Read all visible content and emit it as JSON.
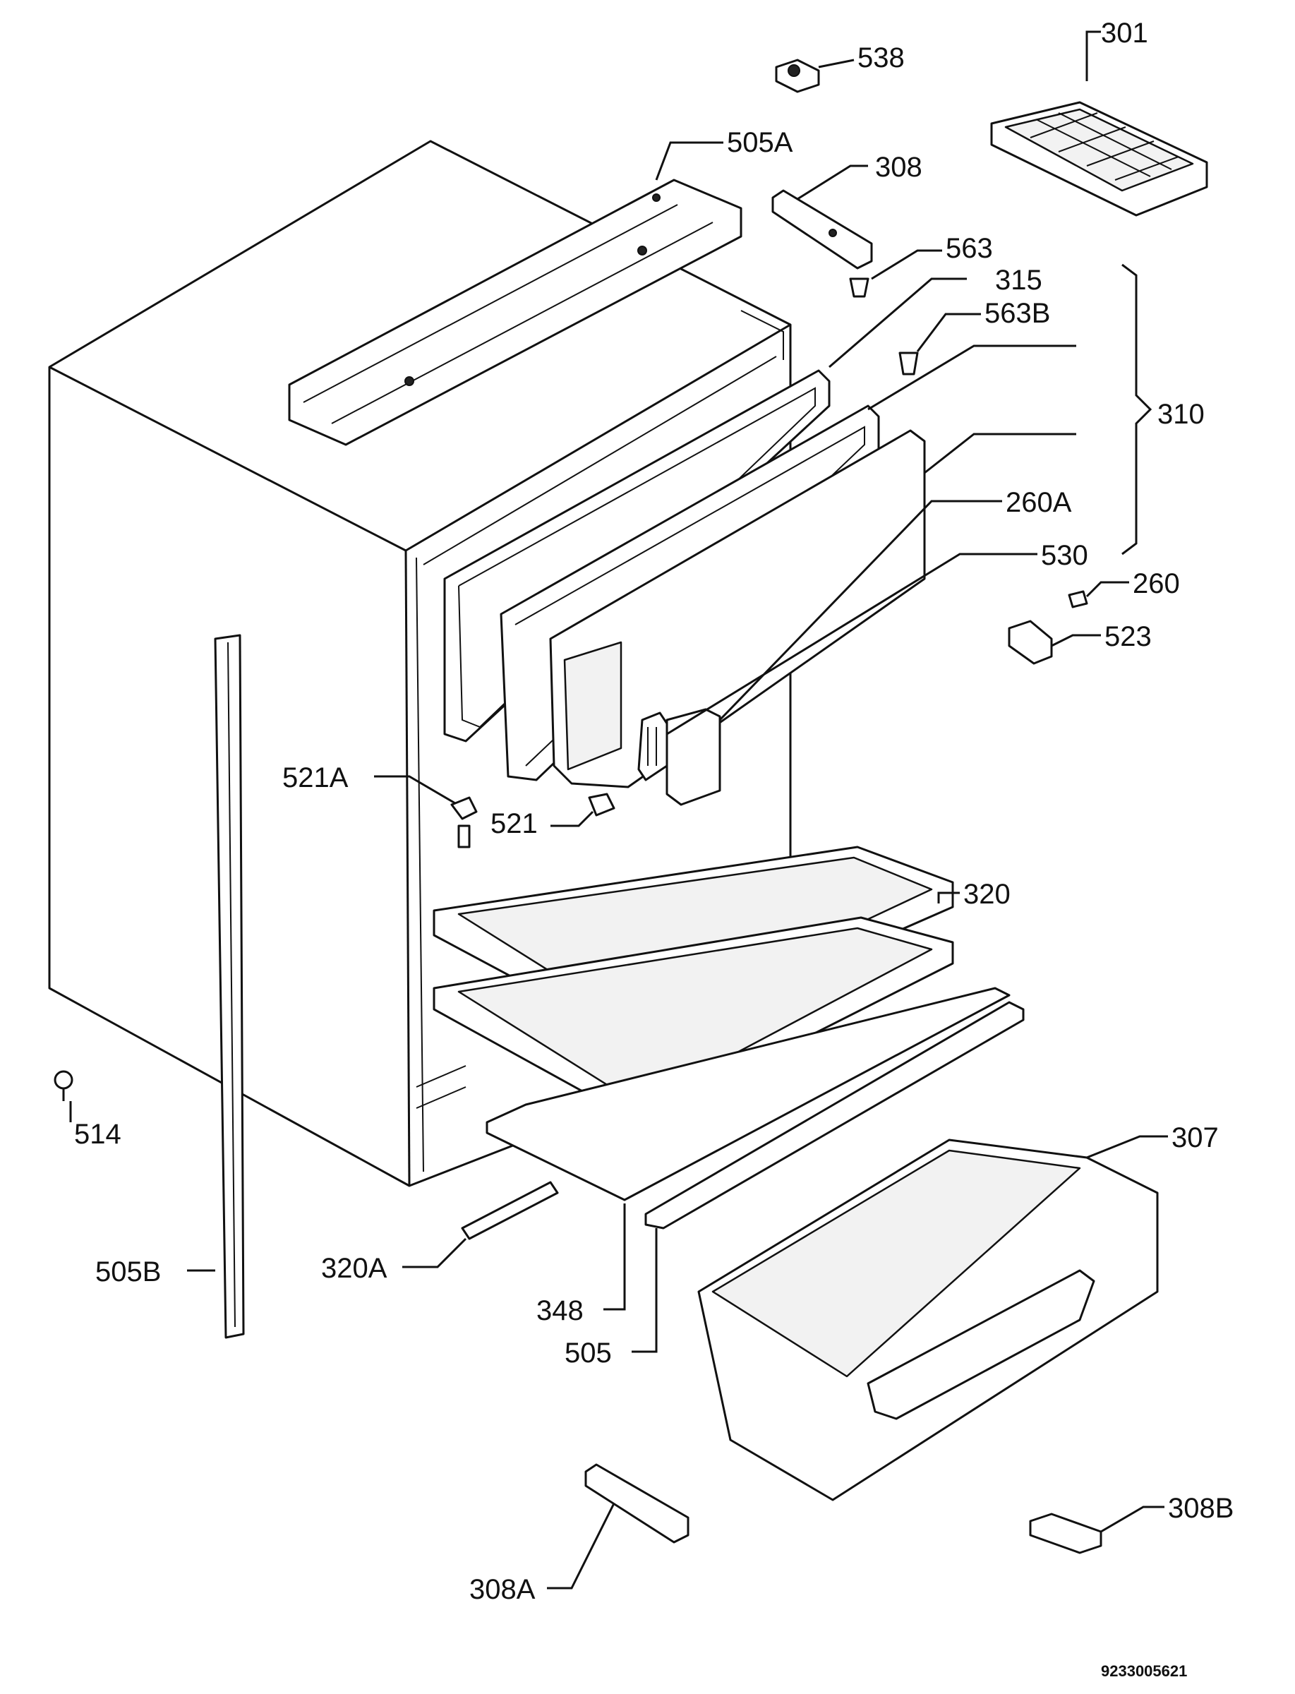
{
  "diagram": {
    "labels": {
      "p301": "301",
      "p538": "538",
      "p505A": "505A",
      "p308": "308",
      "p563": "563",
      "p315": "315",
      "p563B": "563B",
      "p310": "310",
      "p260A": "260A",
      "p530": "530",
      "p260": "260",
      "p523": "523",
      "p521A": "521A",
      "p521": "521",
      "p320": "320",
      "p514": "514",
      "p307": "307",
      "p320A": "320A",
      "p505B": "505B",
      "p348": "348",
      "p505": "505",
      "p308A": "308A",
      "p308B": "308B"
    },
    "document_number": "9233005621"
  }
}
